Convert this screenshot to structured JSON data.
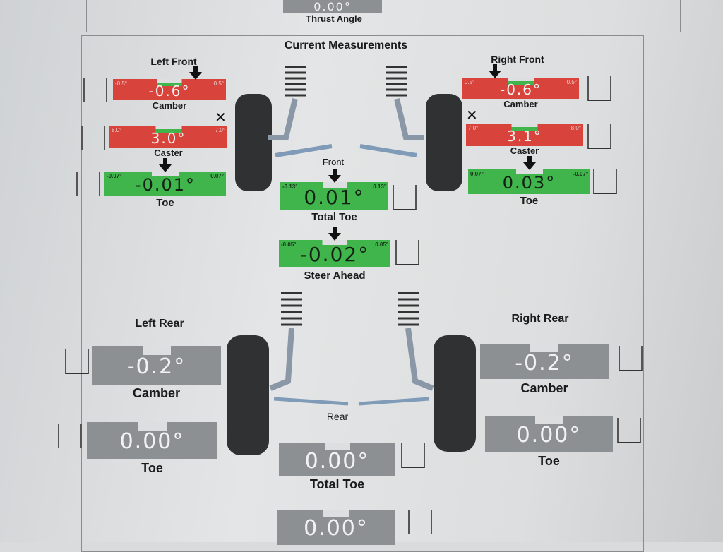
{
  "thrust": {
    "value": "0.00°",
    "label": "Thrust Angle"
  },
  "title": "Current Measurements",
  "front_label": "Front",
  "rear_label": "Rear",
  "left_front": {
    "label": "Left Front"
  },
  "right_front": {
    "label": "Right Front"
  },
  "left_rear": {
    "label": "Left Rear"
  },
  "right_rear": {
    "label": "Right Rear"
  },
  "gauges": [
    {
      "id": "lf-camber",
      "label": "Camber",
      "value": "-0.6°",
      "min": "-0.5°",
      "max": "0.5°",
      "status": "red",
      "flag": "arrow"
    },
    {
      "id": "lf-caster",
      "label": "Caster",
      "value": "3.0°",
      "min": "8.0°",
      "max": "7.0°",
      "status": "red",
      "flag": "x"
    },
    {
      "id": "lf-toe",
      "label": "Toe",
      "value": "-0.01°",
      "min": "-0.07°",
      "max": "0.07°",
      "status": "green",
      "flag": "arrow"
    },
    {
      "id": "rf-camber",
      "label": "Camber",
      "value": "-0.6°",
      "min": "0.5°",
      "max": "0.5°",
      "status": "red",
      "flag": "arrow"
    },
    {
      "id": "rf-caster",
      "label": "Caster",
      "value": "3.1°",
      "min": "7.0°",
      "max": "8.0°",
      "status": "red",
      "flag": "x"
    },
    {
      "id": "rf-toe",
      "label": "Toe",
      "value": "0.03°",
      "min": "0.07°",
      "max": "-0.07°",
      "status": "green",
      "flag": "arrow"
    },
    {
      "id": "f-total-toe",
      "label": "Total Toe",
      "value": "0.01°",
      "min": "-0.13°",
      "max": "0.13°",
      "status": "green",
      "flag": "arrow"
    },
    {
      "id": "steer-ahead",
      "label": "Steer Ahead",
      "value": "-0.02°",
      "min": "-0.05°",
      "max": "0.05°",
      "status": "green",
      "flag": "arrow"
    },
    {
      "id": "lr-camber",
      "label": "Camber",
      "value": "-0.2°",
      "min": "",
      "max": "",
      "status": "gray",
      "flag": ""
    },
    {
      "id": "lr-toe",
      "label": "Toe",
      "value": "0.00°",
      "min": "",
      "max": "",
      "status": "gray",
      "flag": ""
    },
    {
      "id": "rr-camber",
      "label": "Camber",
      "value": "-0.2°",
      "min": "",
      "max": "",
      "status": "gray",
      "flag": ""
    },
    {
      "id": "rr-toe",
      "label": "Toe",
      "value": "0.00°",
      "min": "",
      "max": "",
      "status": "gray",
      "flag": ""
    },
    {
      "id": "r-total-toe",
      "label": "Total Toe",
      "value": "0.00°",
      "min": "",
      "max": "",
      "status": "gray",
      "flag": ""
    },
    {
      "id": "bottom",
      "label": "",
      "value": "0.00°",
      "min": "",
      "max": "",
      "status": "gray",
      "flag": ""
    }
  ]
}
